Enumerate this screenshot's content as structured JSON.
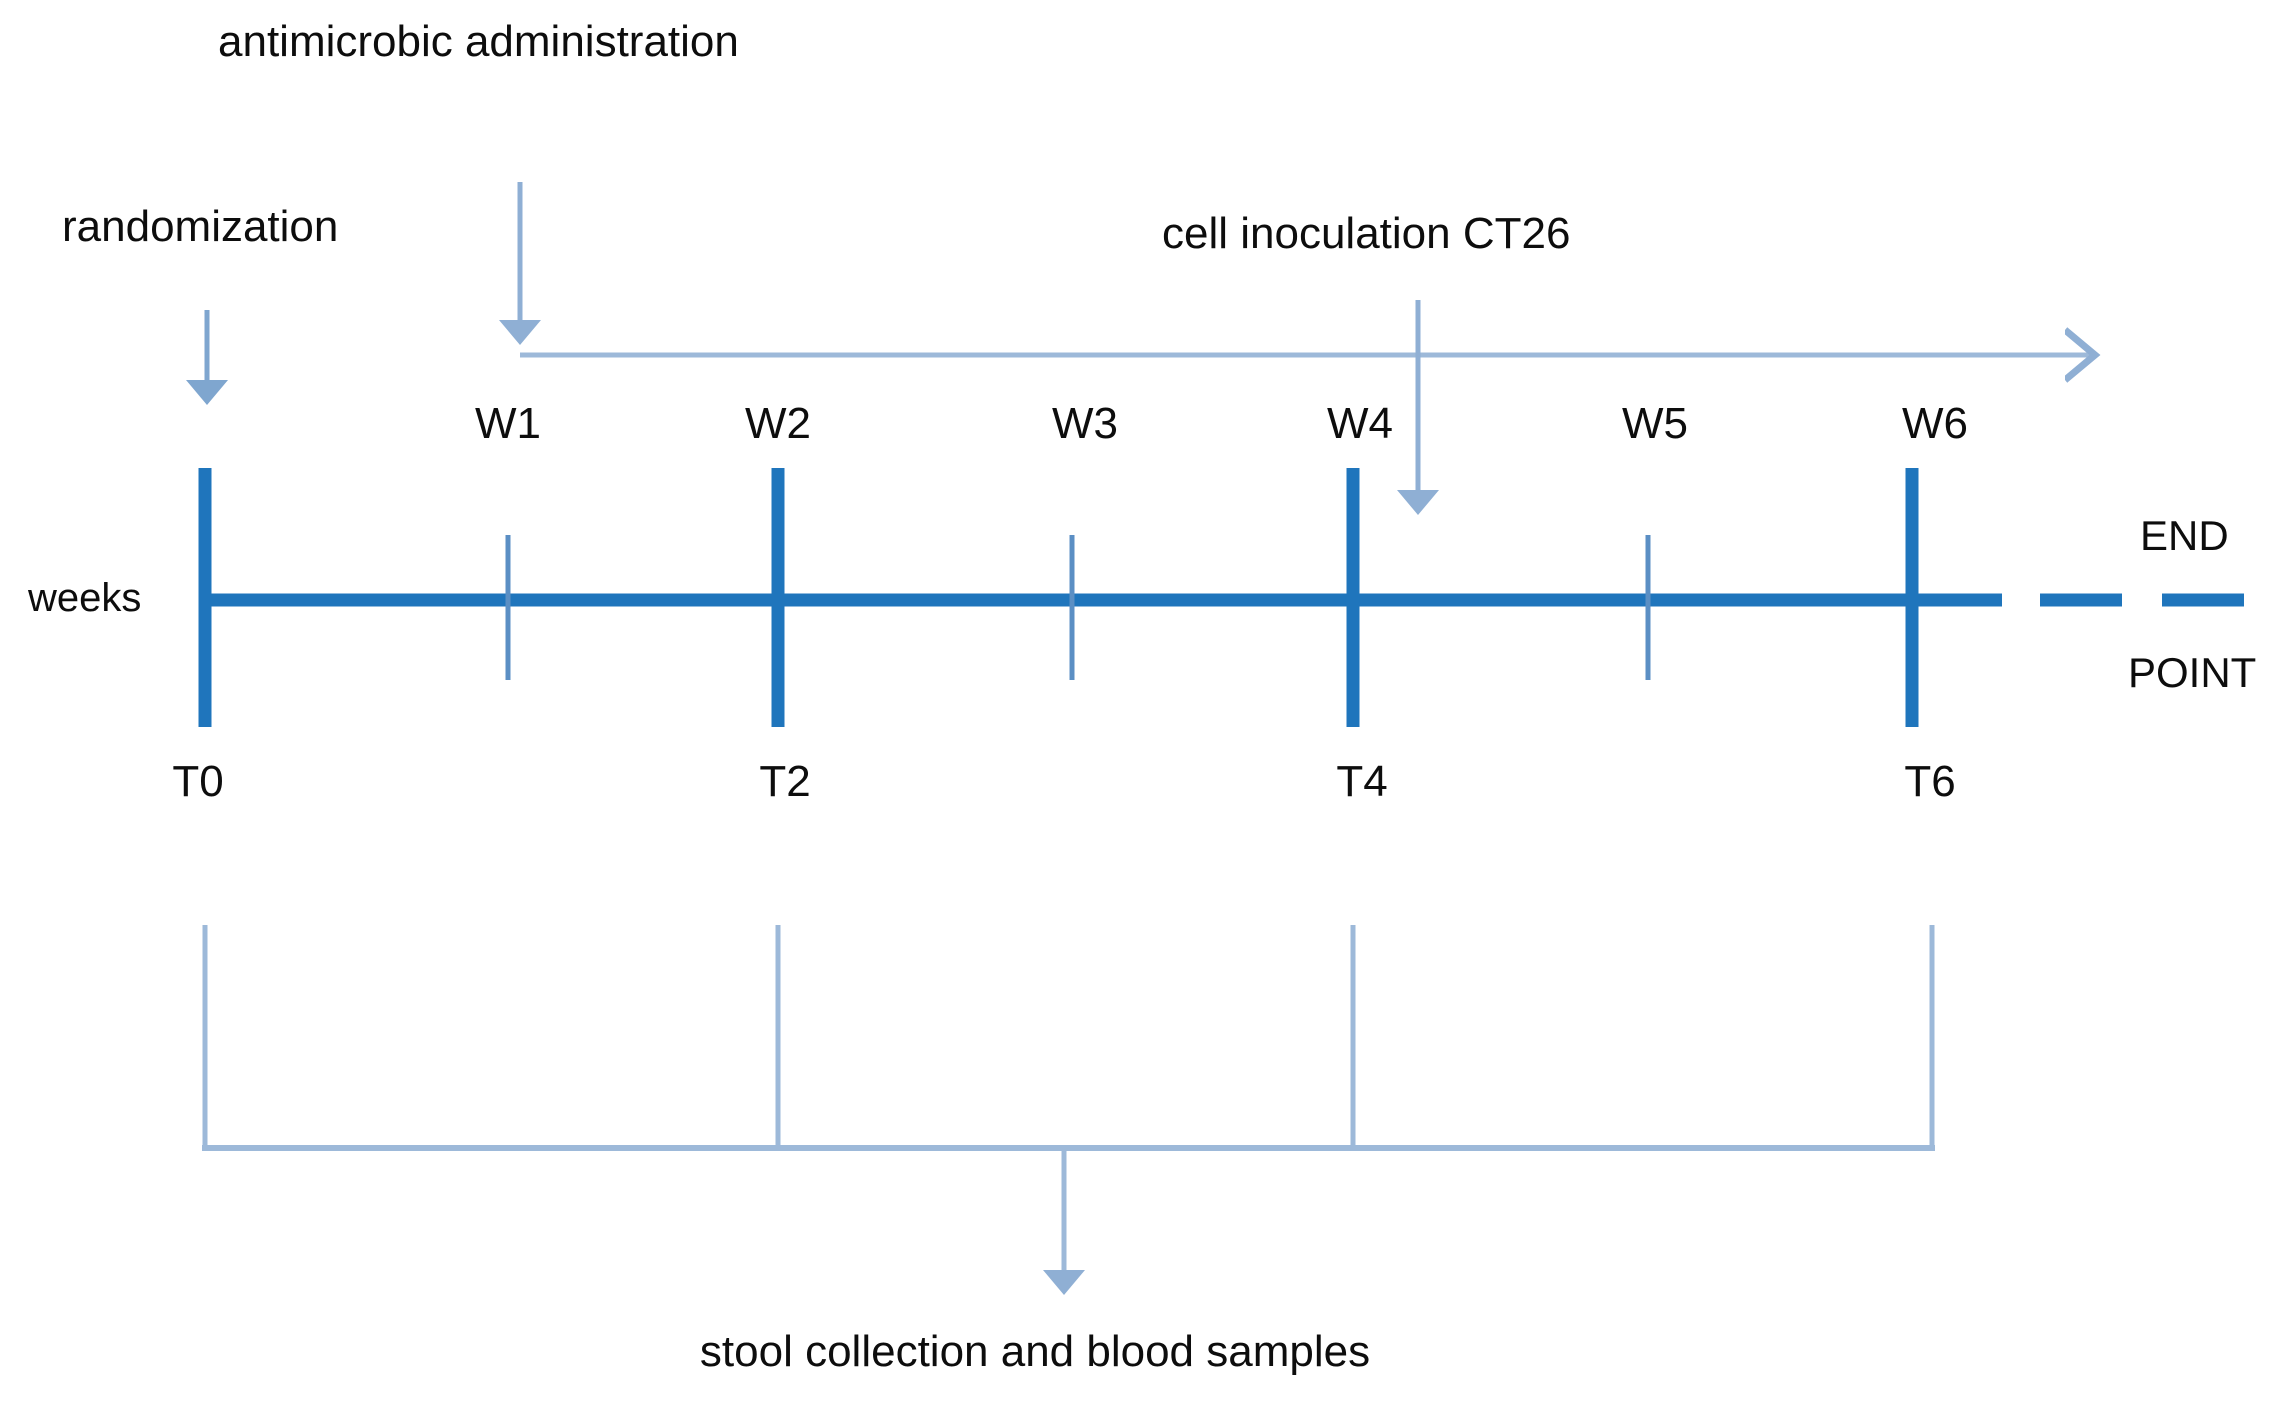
{
  "diagram": {
    "title_text": "study timeline schematic",
    "colors": {
      "primary_blue": "#1F75BC",
      "light_blue": "#9DB9D9",
      "mid_blue": "#6E9BCB",
      "text_black": "#0D0D0D",
      "background": "#FFFFFF"
    },
    "annotations": {
      "randomization": "randomization",
      "antimicrobic": "antimicrobic administration",
      "cell_inoculation": "cell inoculation CT26",
      "bottom_caption": "stool collection and blood samples"
    },
    "axis": {
      "label": "weeks",
      "endpoint_line1": "END",
      "endpoint_line2": "POINT"
    },
    "week_ticks": [
      {
        "label": "W1",
        "x": 394,
        "major": false
      },
      {
        "label": "W2",
        "x": 678,
        "major": true
      },
      {
        "label": "W3",
        "x": 1112,
        "major": false
      },
      {
        "label": "W4",
        "x": 1360,
        "major": true
      },
      {
        "label": "W5",
        "x": 1650,
        "major": false
      },
      {
        "label": "W6",
        "x": 1912,
        "major": true
      }
    ],
    "time_points": [
      {
        "label": "T0",
        "x": 205
      },
      {
        "label": "T2",
        "x": 778
      },
      {
        "label": "T4",
        "x": 1353
      },
      {
        "label": "T6",
        "x": 1912
      }
    ],
    "sampling_bracket": {
      "arms_x": [
        205,
        778,
        1353,
        1912
      ],
      "caption": "stool collection and blood samples"
    }
  },
  "chart_data": {
    "type": "timeline",
    "title": "Study design timeline",
    "xlabel": "weeks",
    "x_axis_units": "weeks",
    "x_range": [
      0,
      6
    ],
    "major_timepoints": [
      "T0",
      "T2",
      "T4",
      "T6"
    ],
    "week_markers": [
      "W1",
      "W2",
      "W3",
      "W4",
      "W5",
      "W6"
    ],
    "events": [
      {
        "name": "randomization",
        "at": "T0 (week 0)",
        "type": "down-arrow"
      },
      {
        "name": "antimicrobic administration",
        "at": "week 1 onward",
        "type": "span-arrow",
        "span": [
          "W1",
          "beyond W6"
        ]
      },
      {
        "name": "cell inoculation CT26",
        "at": "week 4",
        "type": "down-arrow"
      },
      {
        "name": "stool collection and blood samples",
        "at": [
          "T0",
          "T2",
          "T4",
          "T6"
        ],
        "type": "bracket"
      },
      {
        "name": "END POINT",
        "at": "after week 6",
        "type": "dashed-continuation"
      }
    ],
    "legend": [],
    "grid": false
  }
}
